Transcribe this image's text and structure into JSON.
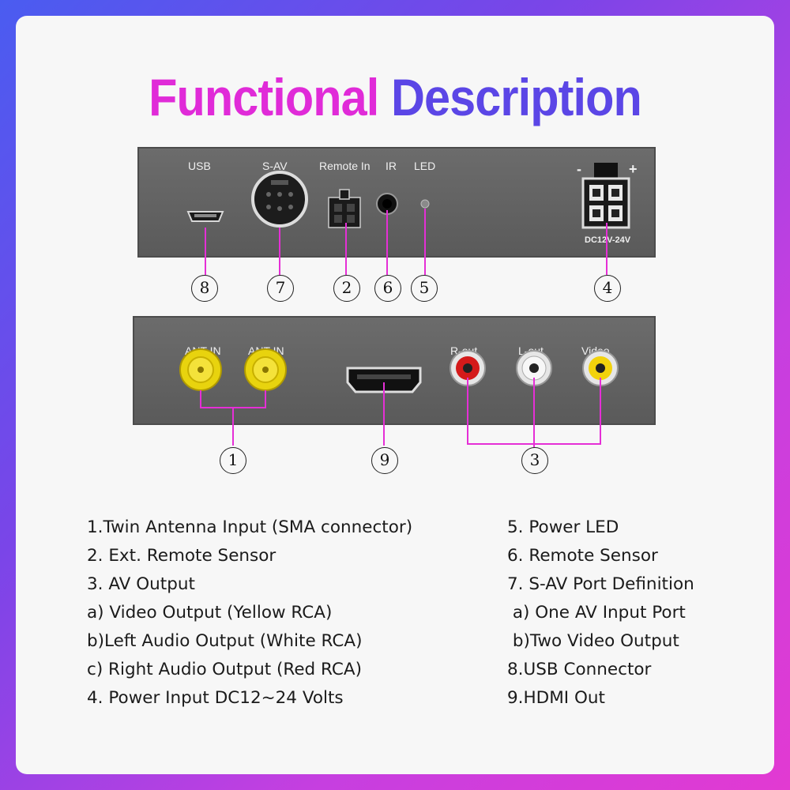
{
  "title": {
    "word1": "Functional",
    "word2": "Description"
  },
  "top_panel": {
    "labels": {
      "usb": "USB",
      "sav": "S-AV",
      "remote": "Remote In",
      "ir": "IR",
      "led": "LED",
      "minus": "-",
      "plus": "+",
      "dc": "DC12V-24V"
    }
  },
  "bottom_panel": {
    "labels": {
      "ant1": "ANT IN",
      "ant2": "ANT IN",
      "rout": "R-out",
      "lout": "L-out",
      "video": "Video"
    }
  },
  "callouts": {
    "n8": "8",
    "n7": "7",
    "n2": "2",
    "n6": "6",
    "n5": "5",
    "n4": "4",
    "n1": "1",
    "n9": "9",
    "n3": "3"
  },
  "colors": {
    "accent_magenta": "#e02bd8",
    "accent_blue": "#5b46e6",
    "line": "#e52fd6",
    "rca_yellow": "#f2d20c",
    "rca_red": "#d41a1a",
    "rca_white": "#f2f2f2"
  },
  "list_left": [
    "1.Twin Antenna Input (SMA connector)",
    "2. Ext. Remote Sensor",
    "3. AV Output",
    "a) Video Output (Yellow RCA)",
    "b)Left Audio Output (White RCA)",
    "c) Right Audio Output (Red RCA)",
    "4. Power Input DC12~24 Volts"
  ],
  "list_right": [
    "5. Power LED",
    "6. Remote Sensor",
    "7. S-AV Port Definition",
    " a) One AV Input Port",
    " b)Two Video Output",
    "8.USB Connector",
    "9.HDMI Out"
  ]
}
